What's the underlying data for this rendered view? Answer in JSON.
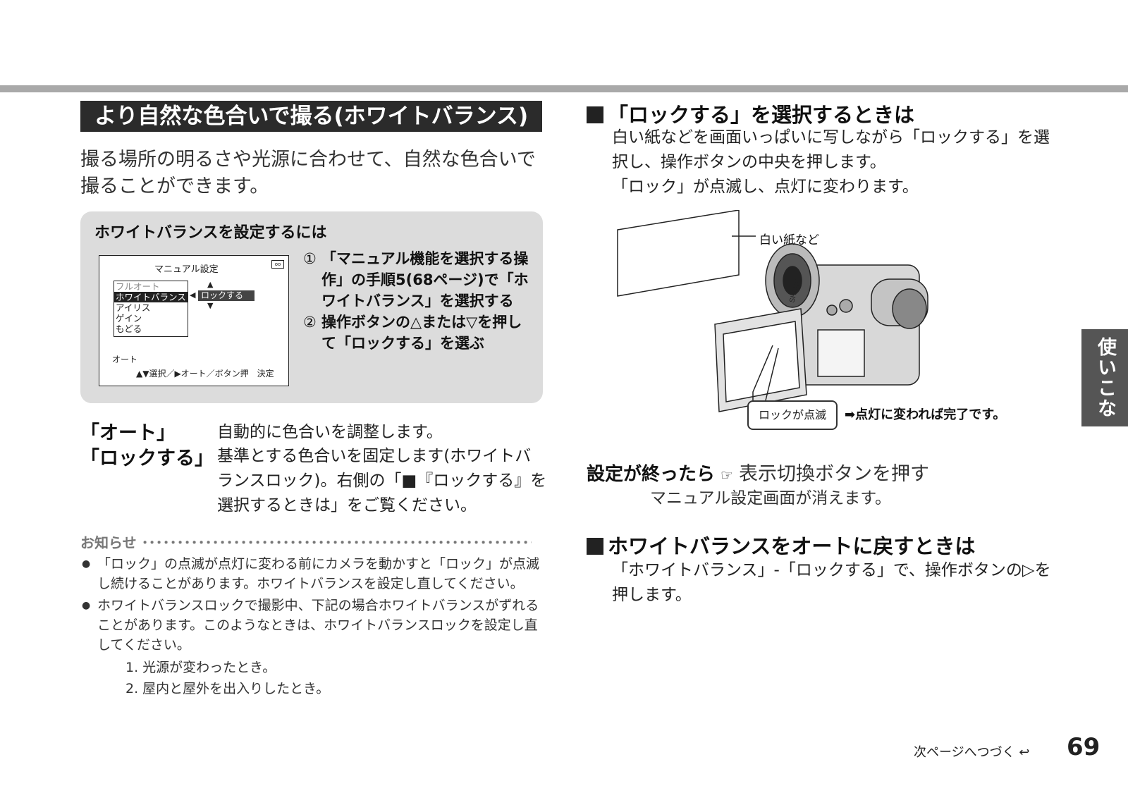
{
  "section_title": "より自然な色合いで撮る(ホワイトバランス)",
  "intro": "撮る場所の明るさや光源に合わせて、自然な色合いで撮ることができます。",
  "panel": {
    "title": "ホワイトバランスを設定するには",
    "screen": {
      "title": "マニュアル設定",
      "tape_icon": "tape-icon",
      "menu_items": [
        "フルオート",
        "ホワイトバランス",
        "アイリス",
        "ゲイン",
        "もどる"
      ],
      "selected_value": "ロックする",
      "status": "オート",
      "footer": "▲▼選択／▶オート／ボタン押　決定"
    },
    "steps": [
      {
        "num": "①",
        "text": "「マニュアル機能を選択する操作」の手順5(68ページ)で「ホワイトバランス」を選択する"
      },
      {
        "num": "②",
        "text": "操作ボタンの△または▽を押して「ロックする」を選ぶ"
      }
    ]
  },
  "terms": [
    {
      "term": "「オート」",
      "desc": "自動的に色合いを調整します。"
    },
    {
      "term": "「ロックする」",
      "desc": "基準とする色合いを固定します(ホワイトバランスロック)。右側の「■『ロックする』を選択するときは」をご覧ください。"
    }
  ],
  "notice": {
    "title": "お知らせ",
    "items": [
      "「ロック」の点滅が点灯に変わる前にカメラを動かすと「ロック」が点滅し続けることがあります。ホワイトバランスを設定し直してください。",
      "ホワイトバランスロックで撮影中、下記の場合ホワイトバランスがずれることがあります。このようなときは、ホワイトバランスロックを設定し直してください。"
    ],
    "sub_items": [
      "1. 光源が変わったとき。",
      "2. 屋内と屋外を出入りしたとき。"
    ]
  },
  "lock_section": {
    "heading": "「ロックする」を選択するときは",
    "text1": "白い紙などを画面いっぱいに写しながら「ロックする」を選択し、操作ボタンの中央を押します。",
    "text2": "「ロック」が点滅し、点灯に変わります。",
    "callout_paper": "白い紙など",
    "callout_blink": "ロックが点滅",
    "callout_done": "点灯に変われば完了です。",
    "brand": "SHARP"
  },
  "after_setting": {
    "bold": "設定が終ったら",
    "pointer_icon": "pointing-hand-icon",
    "action": "表示切換ボタンを押す",
    "result": "マニュアル設定画面が消えます。"
  },
  "auto_section": {
    "heading": "ホワイトバランスをオートに戻すときは",
    "text": "「ホワイトバランス」-「ロックする」で、操作ボタンの▷を押します。"
  },
  "side_tab": "使いこなす",
  "next_page": "次ページへつづく",
  "page_number": "69"
}
